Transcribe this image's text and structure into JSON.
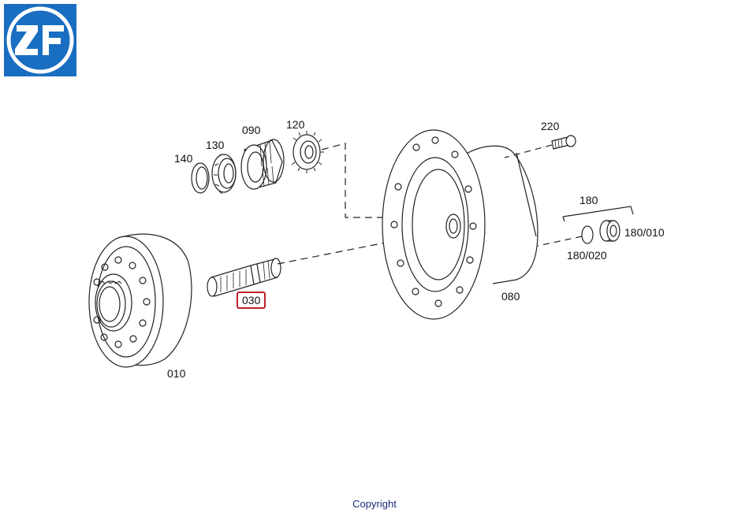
{
  "brand": {
    "logo_text": "ZF",
    "logo_color": "#1a6ec1"
  },
  "diagram": {
    "labels": {
      "p010": "010",
      "p030": "030",
      "p080": "080",
      "p090": "090",
      "p120": "120",
      "p130": "130",
      "p140": "140",
      "p180": "180",
      "p180_010": "180/010",
      "p180_020": "180/020",
      "p220": "220"
    },
    "highlighted_part": "030",
    "highlight_color": "#c0202a"
  },
  "footer": {
    "copyright": "Copyright"
  }
}
